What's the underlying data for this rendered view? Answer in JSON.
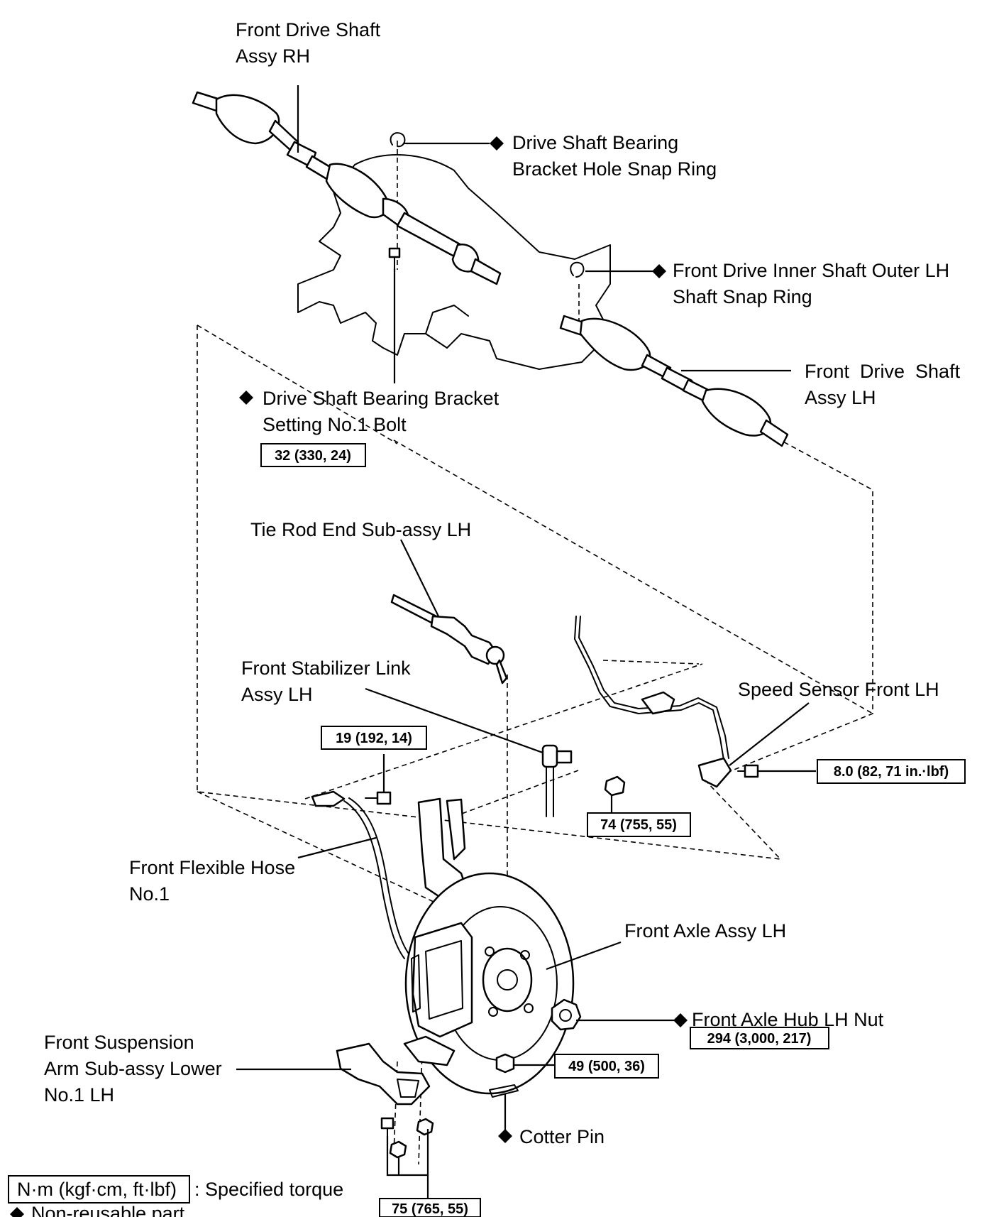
{
  "labels": {
    "front_drive_shaft_rh": [
      "Front Drive Shaft",
      "Assy RH"
    ],
    "bearing_bracket_snap_ring": [
      "Drive Shaft Bearing",
      "Bracket Hole Snap Ring"
    ],
    "inner_shaft_snap_ring": [
      "Front Drive Inner Shaft Outer LH",
      "Shaft Snap Ring"
    ],
    "front_drive_shaft_lh": [
      "Front  Drive  Shaft",
      "Assy LH"
    ],
    "bearing_bracket_bolt": [
      "Drive Shaft Bearing Bracket",
      "Setting No.1 Bolt"
    ],
    "tie_rod_end": "Tie Rod End Sub-assy LH",
    "stabilizer_link": [
      "Front Stabilizer Link",
      "Assy LH"
    ],
    "speed_sensor": "Speed Sensor Front LH",
    "flexible_hose": [
      "Front Flexible Hose",
      "No.1"
    ],
    "front_axle": "Front Axle Assy LH",
    "hub_nut": "Front Axle Hub LH Nut",
    "suspension_arm": [
      "Front Suspension",
      "Arm Sub-assy Lower",
      "No.1 LH"
    ],
    "cotter_pin": "Cotter Pin"
  },
  "torques": {
    "bracket_bolt": "32 (330, 24)",
    "hose_bolt": "19 (192, 14)",
    "speed_sensor_bolt": "8.0 (82, 71 in.·lbf)",
    "stabilizer_nut": "74 (755, 55)",
    "hub_nut": "294 (3,000, 217)",
    "tie_rod_nut": "49 (500, 36)",
    "arm_bolts": "75 (765, 55)"
  },
  "legend": {
    "torque_unit_box": "N·m (kgf·cm, ft·lbf)",
    "torque_desc": ": Specified torque",
    "non_reusable": "Non-reusable part"
  },
  "icons": {
    "non_reusable_marker": "diamond-icon"
  }
}
